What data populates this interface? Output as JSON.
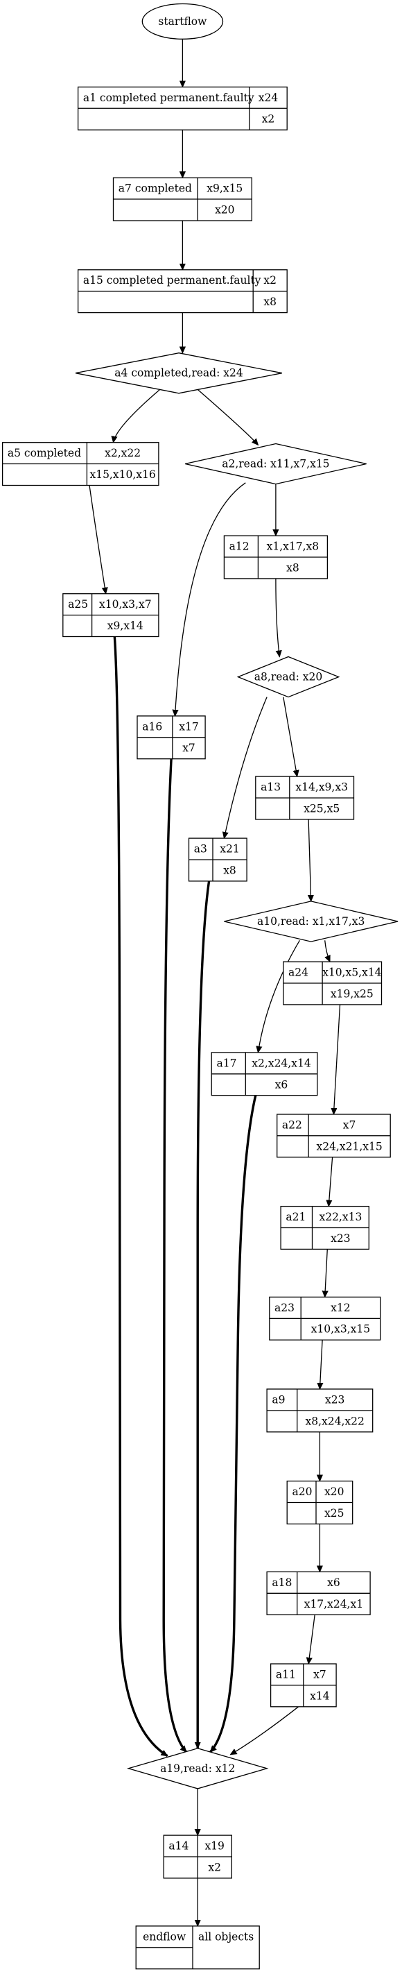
{
  "nodes": [
    {
      "id": "startflow",
      "shape": "ellipse",
      "label": "startflow"
    },
    {
      "id": "a1",
      "shape": "record",
      "name": "a1 completed permanent.faulty",
      "top": "x24",
      "bottom": "x2"
    },
    {
      "id": "a7",
      "shape": "record",
      "name": "a7 completed",
      "top": "x9,x15",
      "bottom": "x20"
    },
    {
      "id": "a15",
      "shape": "record",
      "name": "a15 completed permanent.faulty",
      "top": "x2",
      "bottom": "x8"
    },
    {
      "id": "a4",
      "shape": "diamond",
      "label": "a4 completed,read: x24"
    },
    {
      "id": "a5",
      "shape": "record",
      "name": "a5 completed",
      "top": "x2,x22",
      "bottom": "x15,x10,x16"
    },
    {
      "id": "a2",
      "shape": "diamond",
      "label": "a2,read: x11,x7,x15"
    },
    {
      "id": "a12",
      "shape": "record",
      "name": "a12",
      "top": "x1,x17,x8",
      "bottom": "x8"
    },
    {
      "id": "a25",
      "shape": "record",
      "name": "a25",
      "top": "x10,x3,x7",
      "bottom": "x9,x14"
    },
    {
      "id": "a8",
      "shape": "diamond",
      "label": "a8,read: x20"
    },
    {
      "id": "a16",
      "shape": "record",
      "name": "a16",
      "top": "x17",
      "bottom": "x7"
    },
    {
      "id": "a13",
      "shape": "record",
      "name": "a13",
      "top": "x14,x9,x3",
      "bottom": "x25,x5"
    },
    {
      "id": "a3",
      "shape": "record",
      "name": "a3",
      "top": "x21",
      "bottom": "x8"
    },
    {
      "id": "a10",
      "shape": "diamond",
      "label": "a10,read: x1,x17,x3"
    },
    {
      "id": "a24",
      "shape": "record",
      "name": "a24",
      "top": "x10,x5,x14",
      "bottom": "x19,x25"
    },
    {
      "id": "a17",
      "shape": "record",
      "name": "a17",
      "top": "x2,x24,x14",
      "bottom": "x6"
    },
    {
      "id": "a22",
      "shape": "record",
      "name": "a22",
      "top": "x7",
      "bottom": "x24,x21,x15"
    },
    {
      "id": "a21",
      "shape": "record",
      "name": "a21",
      "top": "x22,x13",
      "bottom": "x23"
    },
    {
      "id": "a23",
      "shape": "record",
      "name": "a23",
      "top": "x12",
      "bottom": "x10,x3,x15"
    },
    {
      "id": "a9",
      "shape": "record",
      "name": "a9",
      "top": "x23",
      "bottom": "x8,x24,x22"
    },
    {
      "id": "a20",
      "shape": "record",
      "name": "a20",
      "top": "x20",
      "bottom": "x25"
    },
    {
      "id": "a18",
      "shape": "record",
      "name": "a18",
      "top": "x6",
      "bottom": "x17,x24,x1"
    },
    {
      "id": "a11",
      "shape": "record",
      "name": "a11",
      "top": "x7",
      "bottom": "x14"
    },
    {
      "id": "a19",
      "shape": "diamond",
      "label": "a19,read: x12"
    },
    {
      "id": "a14",
      "shape": "record",
      "name": "a14",
      "top": "x19",
      "bottom": "x2"
    },
    {
      "id": "endflow",
      "shape": "record2",
      "name": "endflow",
      "value": "all objects"
    }
  ],
  "edges": [
    {
      "from": "startflow",
      "to": "a1",
      "bold": false
    },
    {
      "from": "a1",
      "to": "a7",
      "bold": false
    },
    {
      "from": "a7",
      "to": "a15",
      "bold": false
    },
    {
      "from": "a15",
      "to": "a4",
      "bold": false
    },
    {
      "from": "a4",
      "to": "a5",
      "bold": false
    },
    {
      "from": "a4",
      "to": "a2",
      "bold": false
    },
    {
      "from": "a5",
      "to": "a25",
      "bold": false
    },
    {
      "from": "a2",
      "to": "a12",
      "bold": false
    },
    {
      "from": "a2",
      "to": "a16",
      "bold": false
    },
    {
      "from": "a12",
      "to": "a8",
      "bold": false
    },
    {
      "from": "a8",
      "to": "a13",
      "bold": false
    },
    {
      "from": "a8",
      "to": "a3",
      "bold": false
    },
    {
      "from": "a13",
      "to": "a10",
      "bold": false
    },
    {
      "from": "a10",
      "to": "a24",
      "bold": false
    },
    {
      "from": "a10",
      "to": "a17",
      "bold": false
    },
    {
      "from": "a24",
      "to": "a22",
      "bold": false
    },
    {
      "from": "a22",
      "to": "a21",
      "bold": false
    },
    {
      "from": "a21",
      "to": "a23",
      "bold": false
    },
    {
      "from": "a23",
      "to": "a9",
      "bold": false
    },
    {
      "from": "a9",
      "to": "a20",
      "bold": false
    },
    {
      "from": "a20",
      "to": "a18",
      "bold": false
    },
    {
      "from": "a18",
      "to": "a11",
      "bold": false
    },
    {
      "from": "a11",
      "to": "a19",
      "bold": false
    },
    {
      "from": "a25",
      "to": "a19",
      "bold": true
    },
    {
      "from": "a16",
      "to": "a19",
      "bold": true
    },
    {
      "from": "a3",
      "to": "a19",
      "bold": true
    },
    {
      "from": "a17",
      "to": "a19",
      "bold": true
    },
    {
      "from": "a19",
      "to": "a14",
      "bold": false
    },
    {
      "from": "a14",
      "to": "endflow",
      "bold": false
    }
  ]
}
